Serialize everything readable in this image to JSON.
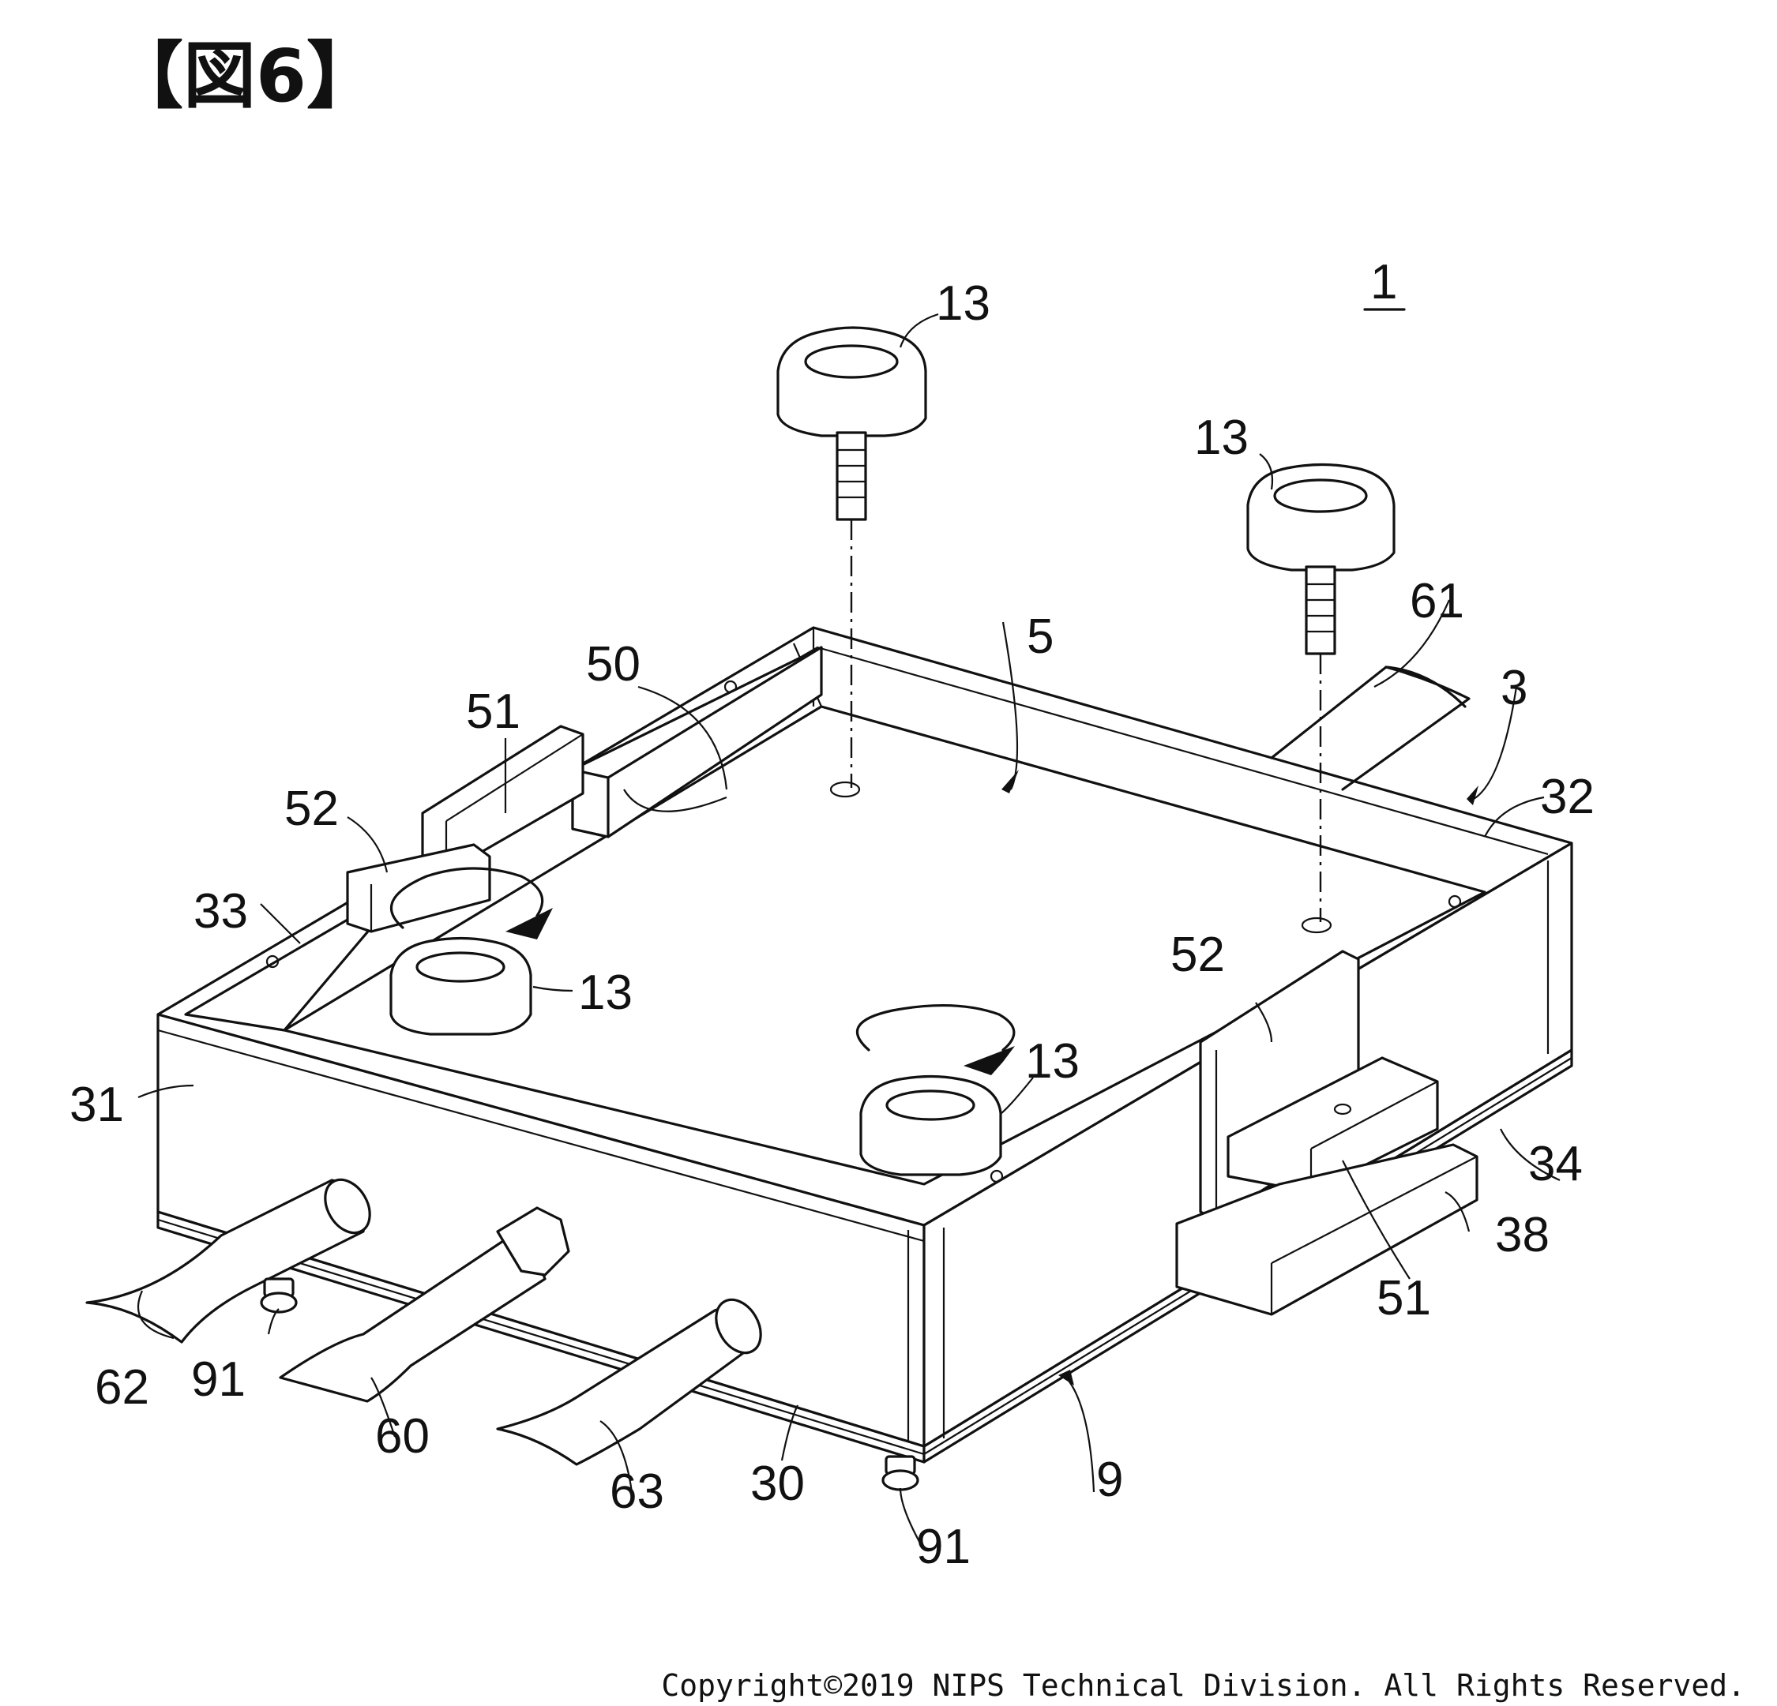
{
  "figure": {
    "title": "【図6】",
    "reference_number": "1"
  },
  "labels": {
    "knob_top_left": "13",
    "knob_top_right": "13",
    "knob_front_left": "13",
    "knob_front_right": "13",
    "cover": "5",
    "frame": "3",
    "wall_32": "32",
    "wall_33": "33",
    "wall_31": "31",
    "wall_34": "34",
    "block_50": "50",
    "plate_51_left": "51",
    "plate_51_right": "51",
    "bracket_52_left": "52",
    "bracket_52_right": "52",
    "hose_61": "61",
    "hose_62": "62",
    "hose_60": "60",
    "hose_63": "63",
    "base_30": "30",
    "base_9": "9",
    "foot_91_left": "91",
    "foot_91_right": "91",
    "block_38": "38"
  },
  "copyright": "Copyright©2019 NIPS Technical Division. All Rights Reserved."
}
